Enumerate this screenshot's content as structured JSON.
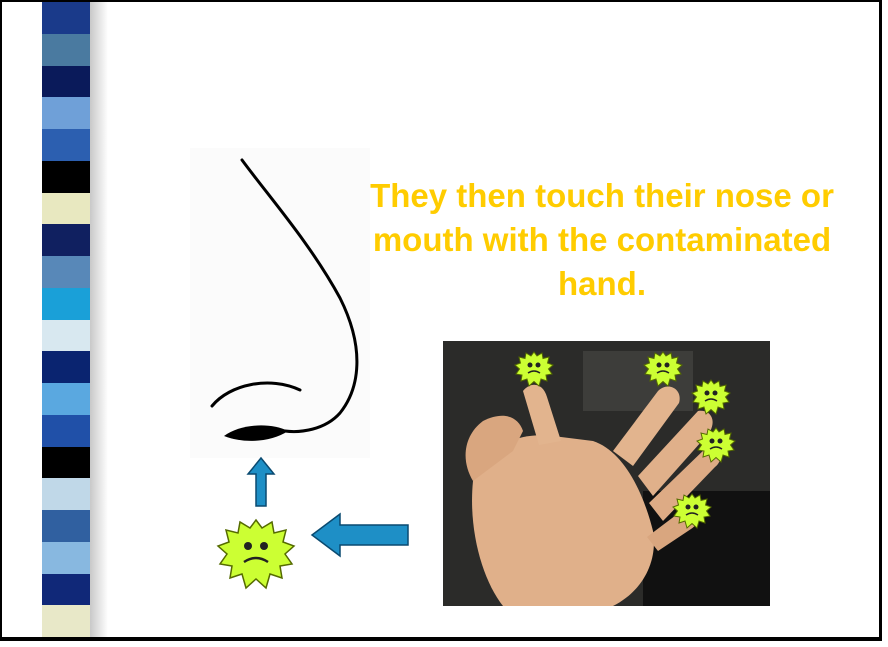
{
  "slide": {
    "caption_lines": [
      "They then touch their nose or",
      "mouth with the contaminated",
      "hand."
    ]
  },
  "colors": {
    "caption": "#ffcc00",
    "germ": "#ccff33",
    "arrow": "#1e8fc6",
    "stripes": [
      "#1a3a8a",
      "#4a7aa0",
      "#0a1a5a",
      "#6fa0d8",
      "#2c5fb0",
      "#000000",
      "#e8e8c0",
      "#102060",
      "#5888b8",
      "#1aa0d8",
      "#d8e8f0",
      "#0a2470",
      "#5aa8e0",
      "#2050a8",
      "#000000",
      "#c0d8e8",
      "#3060a0",
      "#88b8e0",
      "#102878",
      "#e8e8c8"
    ]
  },
  "icons": {
    "germ": "germ-icon",
    "arrow_up": "arrow-up-icon",
    "arrow_left": "arrow-left-icon",
    "nose": "nose-drawing"
  }
}
